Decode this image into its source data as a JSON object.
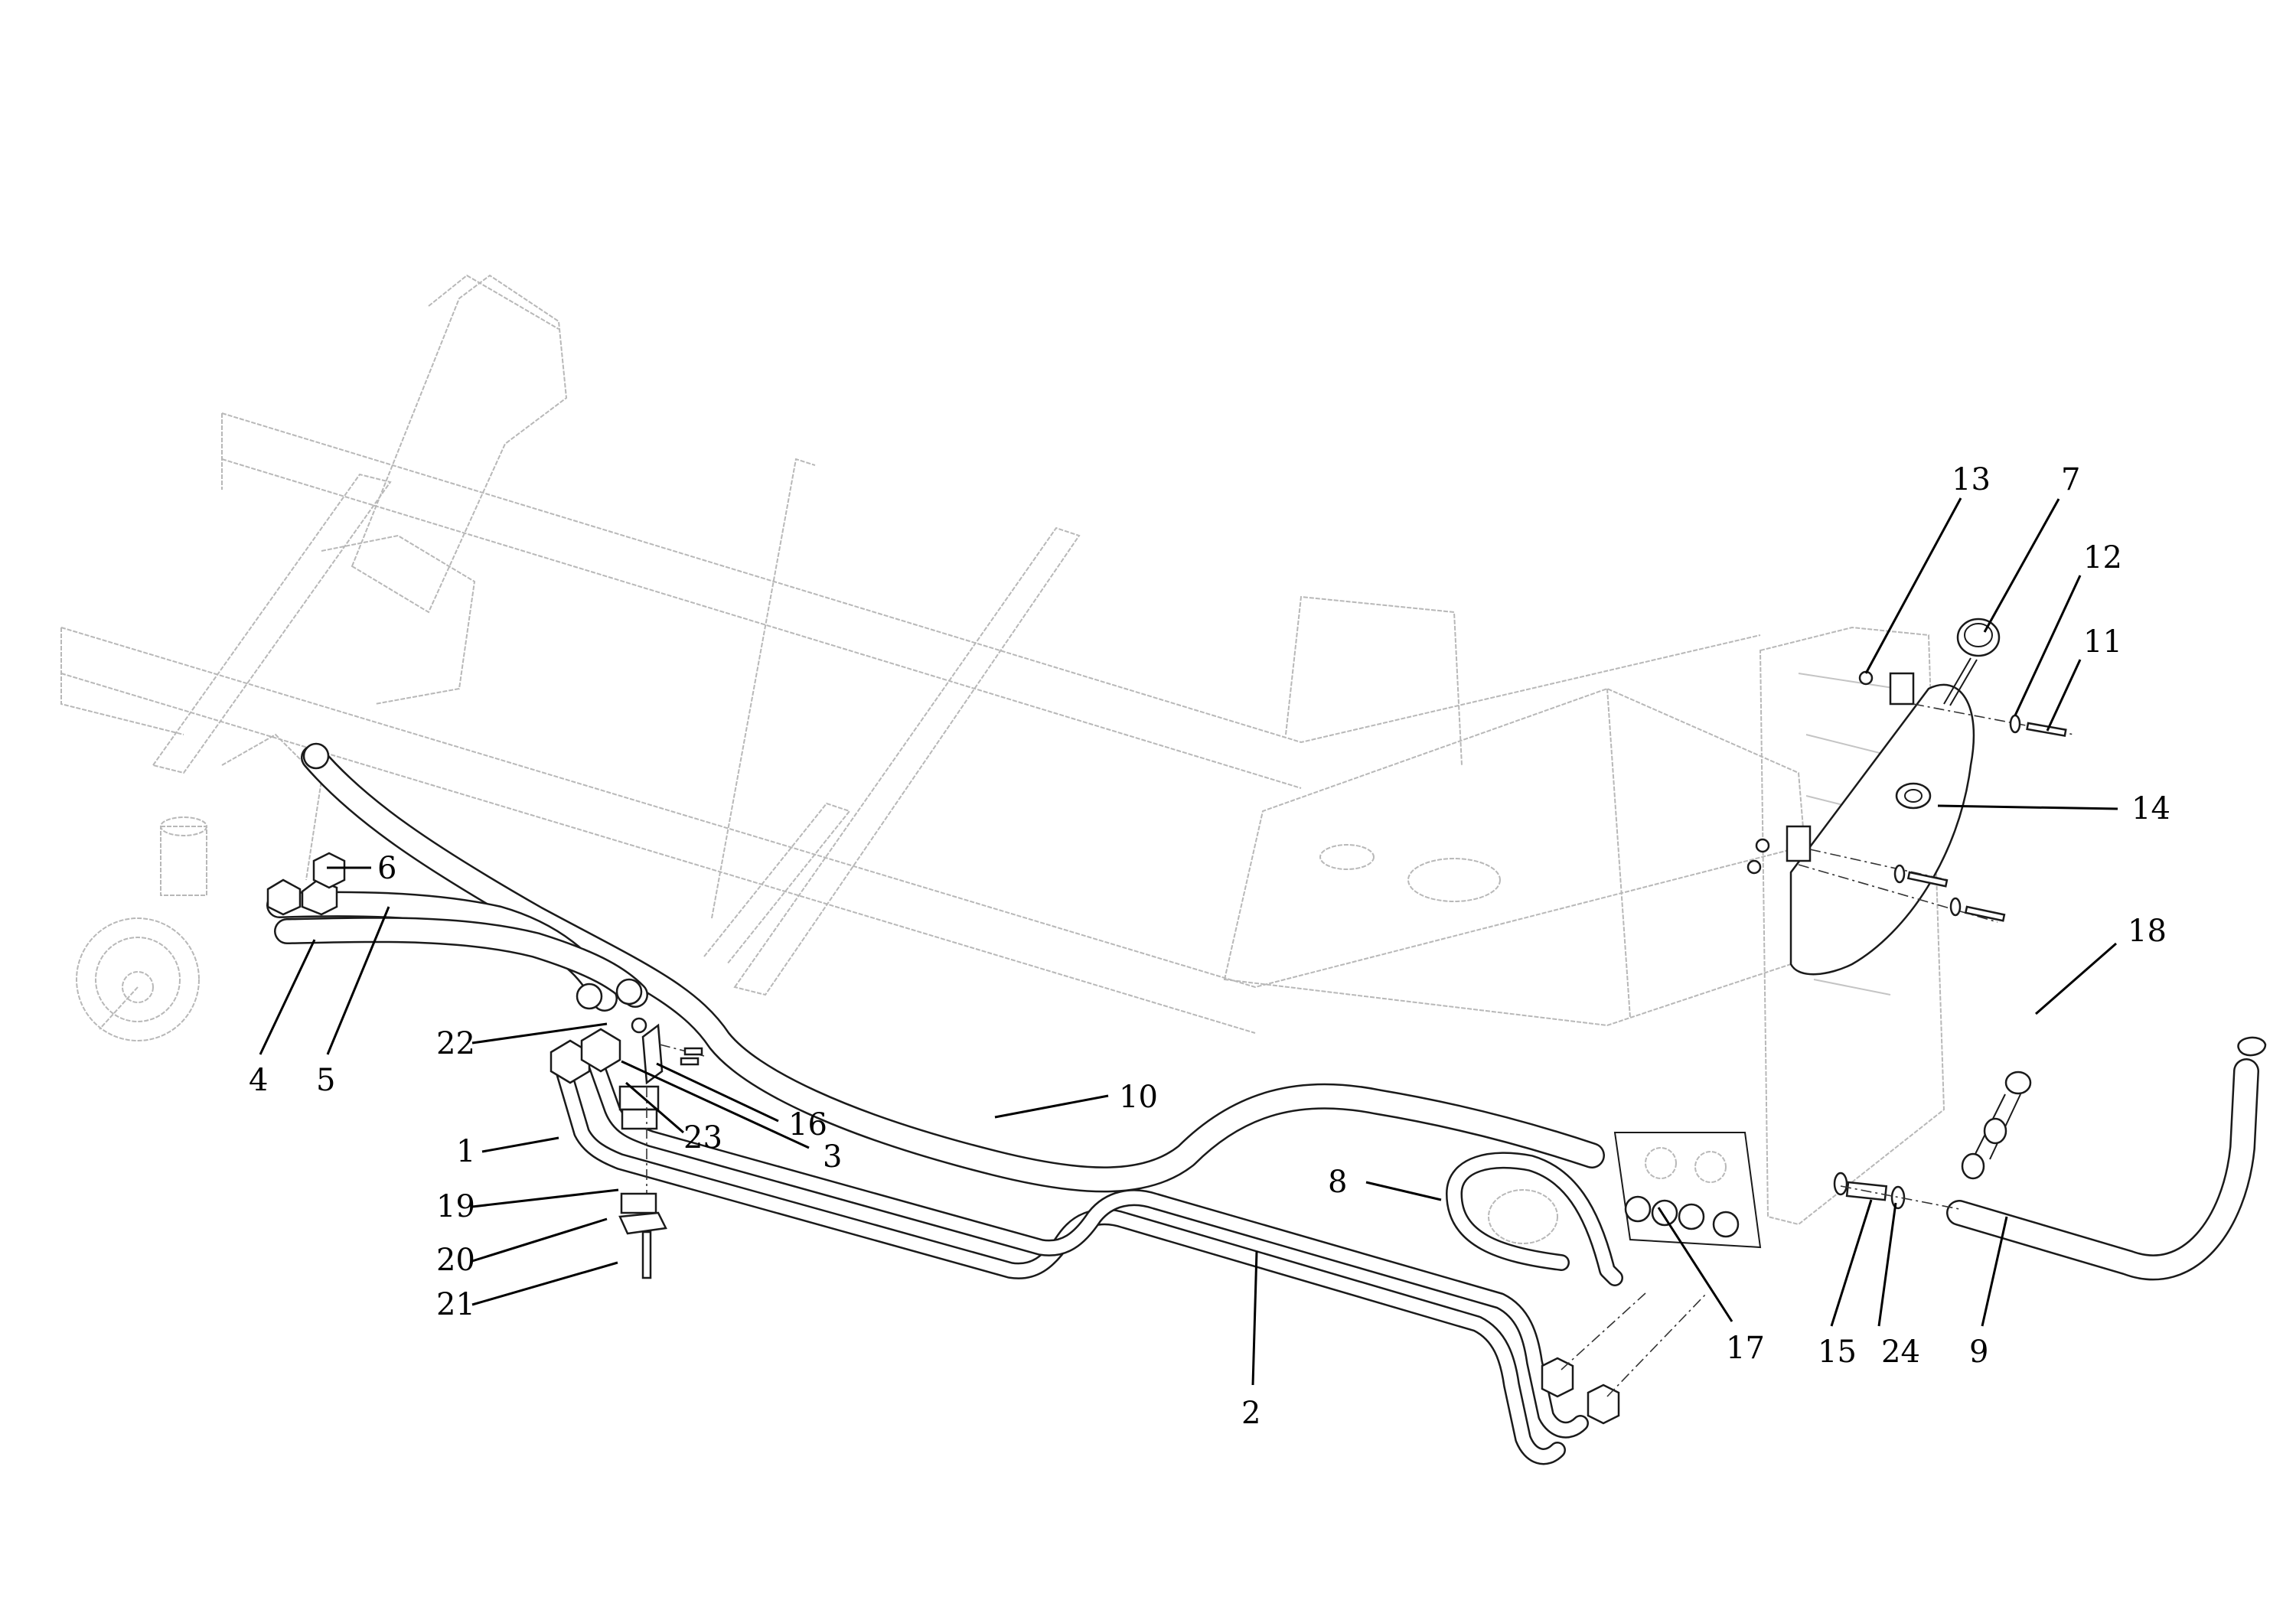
{
  "diagram": {
    "type": "exploded-parts-diagram",
    "subject": "hydraulic hose and reservoir tank assembly on chassis frame",
    "colors": {
      "line": "#1a1a1a",
      "ghost": "#b8b8b8",
      "background": "#ffffff"
    },
    "callouts": [
      {
        "id": "1",
        "label": "1",
        "part": "hydraulic pipe (lower)"
      },
      {
        "id": "2",
        "label": "2",
        "part": "hydraulic pipe (long)"
      },
      {
        "id": "3",
        "label": "3",
        "part": "clamp bracket"
      },
      {
        "id": "4",
        "label": "4",
        "part": "hydraulic hose (lower)"
      },
      {
        "id": "5",
        "label": "5",
        "part": "hydraulic hose (upper)"
      },
      {
        "id": "6",
        "label": "6",
        "part": "hose fitting"
      },
      {
        "id": "7",
        "label": "7",
        "part": "dipstick / filler cap"
      },
      {
        "id": "8",
        "label": "8",
        "part": "looped hydraulic pipe"
      },
      {
        "id": "9",
        "label": "9",
        "part": "suction hose"
      },
      {
        "id": "10",
        "label": "10",
        "part": "hydraulic hose (return)"
      },
      {
        "id": "11",
        "label": "11",
        "part": "bolt"
      },
      {
        "id": "12",
        "label": "12",
        "part": "washer"
      },
      {
        "id": "13",
        "label": "13",
        "part": "nut"
      },
      {
        "id": "14",
        "label": "14",
        "part": "hydraulic reservoir tank"
      },
      {
        "id": "15",
        "label": "15",
        "part": "hose connector"
      },
      {
        "id": "16",
        "label": "16",
        "part": "bolt"
      },
      {
        "id": "17",
        "label": "17",
        "part": "valve block"
      },
      {
        "id": "18",
        "label": "18",
        "part": "filter / tee fitting"
      },
      {
        "id": "19",
        "label": "19",
        "part": "pipe clamp half"
      },
      {
        "id": "20",
        "label": "20",
        "part": "clamp plate"
      },
      {
        "id": "21",
        "label": "21",
        "part": "bolt"
      },
      {
        "id": "22",
        "label": "22",
        "part": "nut"
      },
      {
        "id": "23",
        "label": "23",
        "part": "pipe clamp half"
      },
      {
        "id": "24",
        "label": "24",
        "part": "hose clip"
      }
    ]
  }
}
